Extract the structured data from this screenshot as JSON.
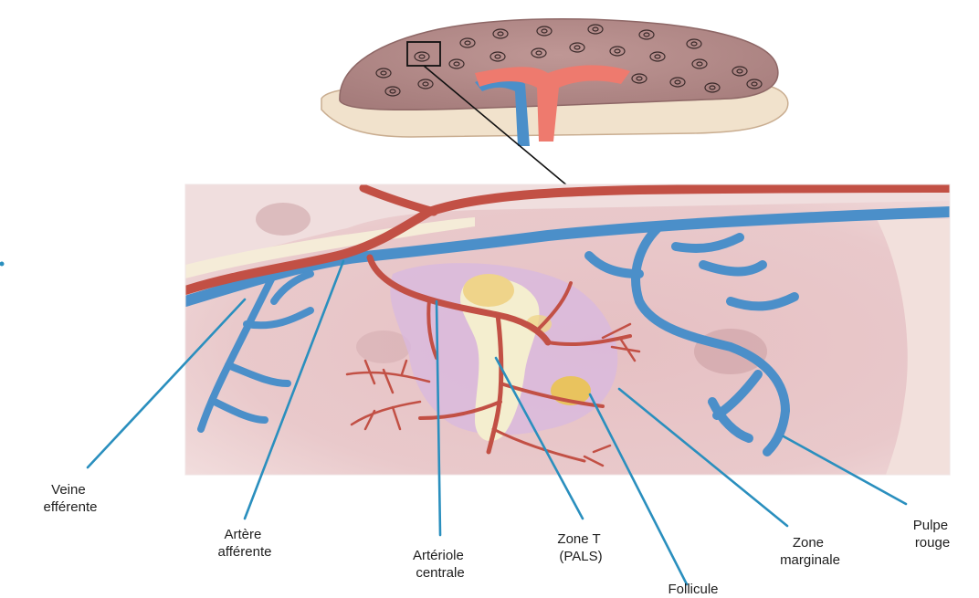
{
  "labels": {
    "veine_efferente": [
      "Veine",
      "efférente"
    ],
    "artere_afferente": [
      "Artère",
      "afférente"
    ],
    "arteriole_centrale": [
      "Artériole",
      "centrale"
    ],
    "zone_t": [
      "Zone T",
      "(PALS)"
    ],
    "follicule": [
      "Follicule"
    ],
    "zone_marginale": [
      "Zone",
      "marginale"
    ],
    "pulpe_rouge": [
      "Pulpe",
      "rouge"
    ]
  },
  "colors": {
    "pulp_pink": "#e9c7c9",
    "artery_red": "#c25045",
    "vein_blue": "#4b8fc9",
    "pals_cream": "#f3ecc9",
    "follicle_yellow": "#e6c35a",
    "marginal_violet": "#c9a3d6",
    "leader_blue": "#2a8fbe",
    "capsule_beige": "#f1e2cc",
    "spleen_brown": "#b48a88"
  }
}
